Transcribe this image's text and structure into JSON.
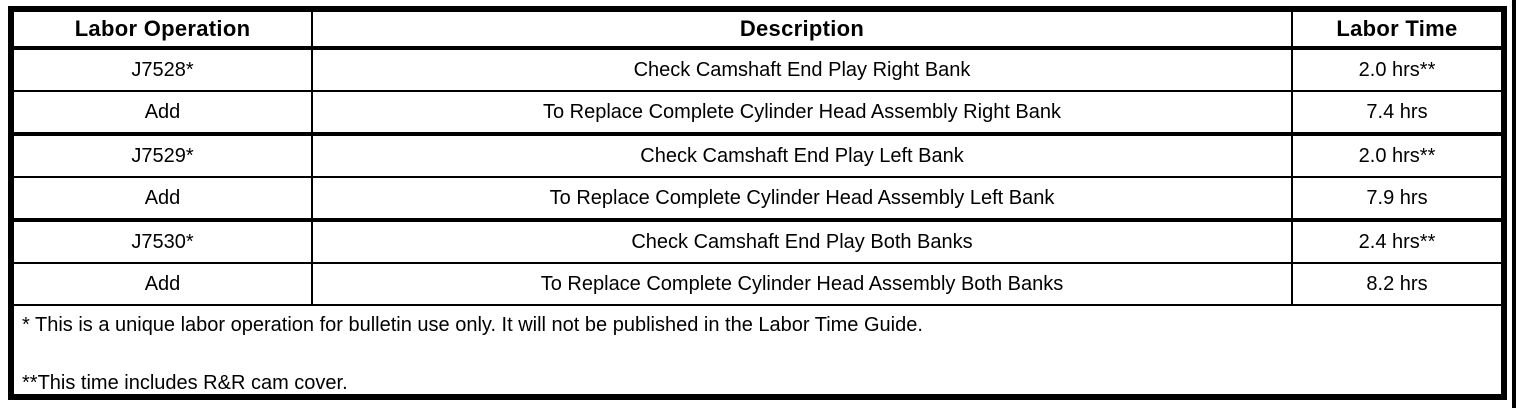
{
  "colors": {
    "border": "#000000",
    "background": "#ffffff",
    "text": "#000000"
  },
  "table": {
    "headers": {
      "op": "Labor Operation",
      "desc": "Description",
      "time": "Labor Time"
    },
    "rows": [
      {
        "op": "J7528*",
        "desc": "Check Camshaft End Play Right Bank",
        "time": "2.0 hrs**"
      },
      {
        "op": "Add",
        "desc": "To Replace Complete Cylinder Head Assembly Right Bank",
        "time": "7.4 hrs"
      },
      {
        "op": "J7529*",
        "desc": "Check Camshaft End Play Left Bank",
        "time": "2.0 hrs**"
      },
      {
        "op": "Add",
        "desc": "To Replace Complete Cylinder Head Assembly Left Bank",
        "time": "7.9 hrs"
      },
      {
        "op": "J7530*",
        "desc": "Check Camshaft End Play Both Banks",
        "time": "2.4 hrs**"
      },
      {
        "op": "Add",
        "desc": "To Replace Complete Cylinder Head Assembly Both Banks",
        "time": "8.2 hrs"
      }
    ],
    "footnotes": [
      "* This is a unique labor operation for bulletin use only. It will not be published in the Labor Time Guide.",
      "**This time includes R&R cam cover."
    ]
  }
}
